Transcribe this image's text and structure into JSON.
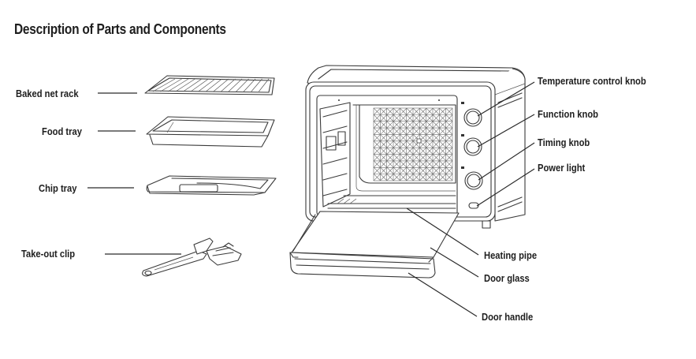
{
  "title": "Description of Parts and Components",
  "accessories": {
    "baked_net_rack": "Baked net rack",
    "food_tray": "Food tray",
    "chip_tray": "Chip tray",
    "take_out_clip": "Take-out clip"
  },
  "oven_parts": {
    "temperature_control_knob": "Temperature control knob",
    "function_knob": "Function knob",
    "timing_knob": "Timing knob",
    "power_light": "Power light",
    "heating_pipe": "Heating pipe",
    "door_glass": "Door glass",
    "door_handle": "Door handle"
  },
  "colors": {
    "text": "#1e1e1e",
    "line": "#2a2a2a",
    "background": "#ffffff"
  }
}
